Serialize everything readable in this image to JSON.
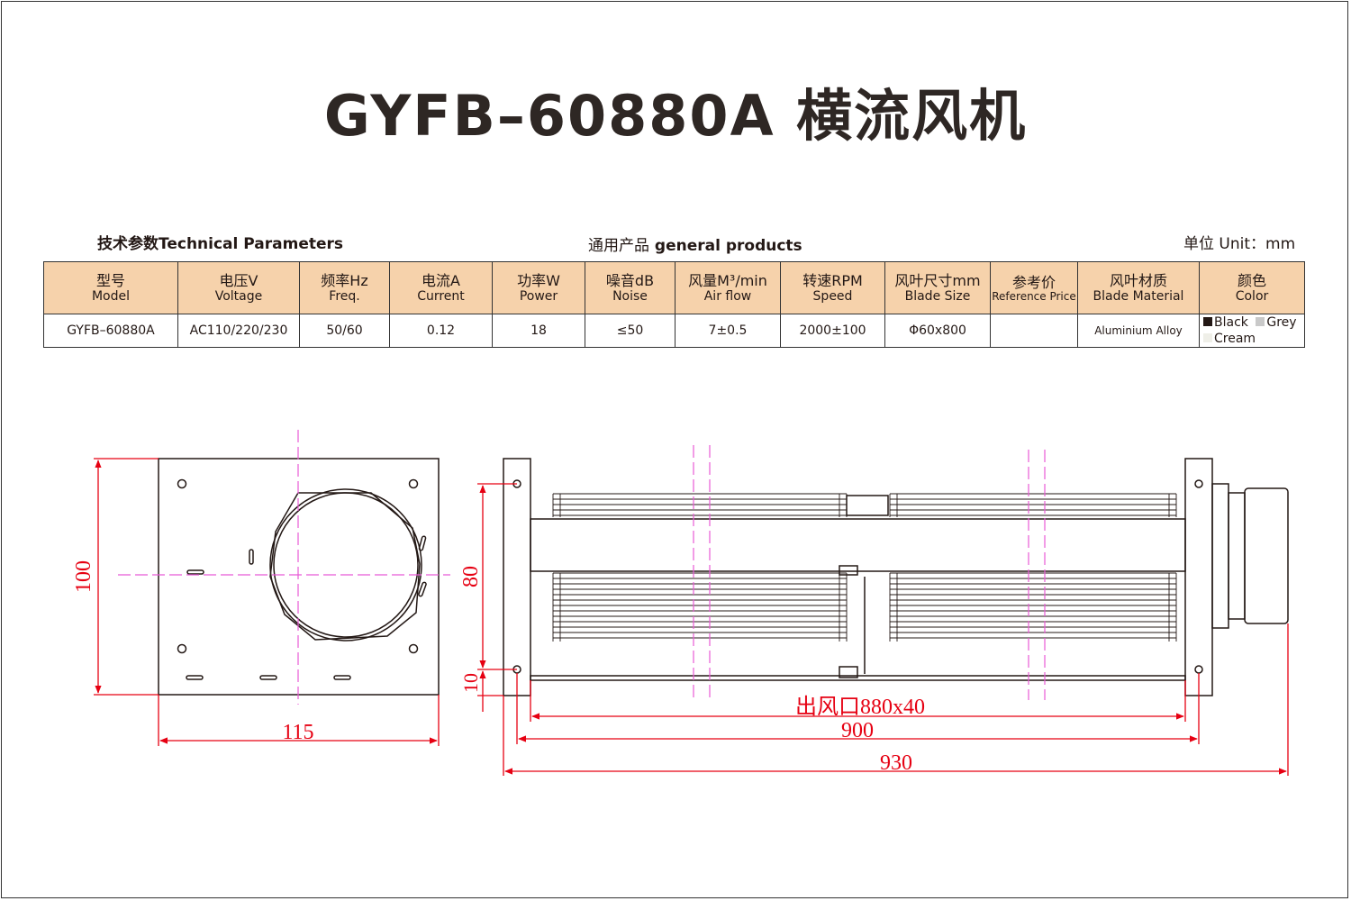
{
  "title": "GYFB–60880A 横流风机",
  "section": {
    "tech_cn": "技术参数",
    "tech_en": "Technical Parameters",
    "general_cn": "通用产品",
    "general_en": "general products",
    "unit_cn": "单位",
    "unit_en": "Unit：mm"
  },
  "table": {
    "headers": [
      {
        "cn": "型号",
        "en": "Model"
      },
      {
        "cn": "电压V",
        "en": "Voltage"
      },
      {
        "cn": "频率Hz",
        "en": "Freq."
      },
      {
        "cn": "电流A",
        "en": "Current"
      },
      {
        "cn": "功率W",
        "en": "Power"
      },
      {
        "cn": "噪音dB",
        "en": "Noise"
      },
      {
        "cn": "风量M³/min",
        "en": "Air flow"
      },
      {
        "cn": "转速RPM",
        "en": "Speed"
      },
      {
        "cn": "风叶尺寸mm",
        "en": "Blade Size"
      },
      {
        "cn": "参考价",
        "en": "Reference Price"
      },
      {
        "cn": "风叶材质",
        "en": "Blade Material"
      },
      {
        "cn": "颜色",
        "en": "Color"
      }
    ],
    "row": {
      "model": "GYFB–60880A",
      "voltage": "AC110/220/230",
      "freq": "50/60",
      "current": "0.12",
      "power": "18",
      "noise": "≤50",
      "airflow": "7±0.5",
      "speed": "2000±100",
      "blade_size": "Φ60x800",
      "price": "",
      "material": "Aluminium Alloy",
      "colors": [
        {
          "name": "Black",
          "hex": "#231815"
        },
        {
          "name": "Grey",
          "hex": "#c9c9c9"
        },
        {
          "name": "Cream",
          "hex": "#efefe8"
        }
      ]
    }
  },
  "dimensions": {
    "side_height": "100",
    "side_width": "115",
    "front_height": "80",
    "front_offset": "10",
    "outlet": "出风口880x40",
    "mount_span": "900",
    "total_length": "930"
  },
  "colors": {
    "dimension": "#e60012",
    "centerline": "#e85ad6",
    "line": "#231815",
    "header_bg": "#f6d2ab"
  }
}
